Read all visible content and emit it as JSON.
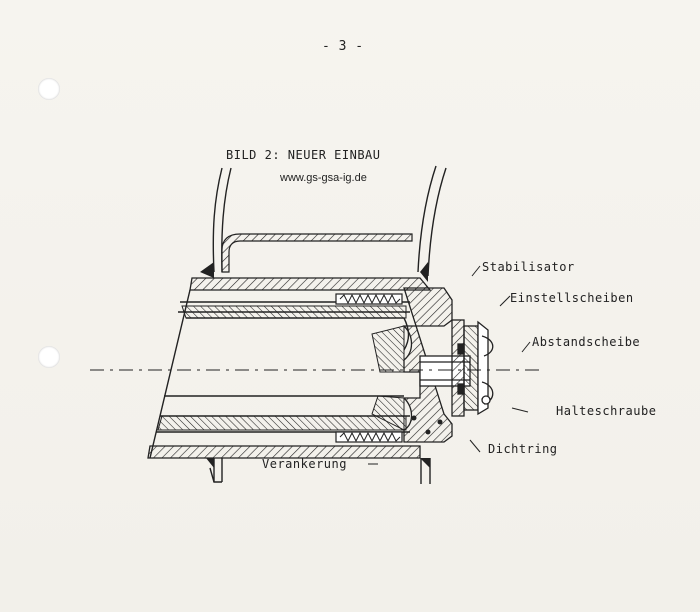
{
  "page": {
    "page_number": "- 3 -",
    "figure_title": "BILD 2: NEUER EINBAU",
    "watermark_url": "www.gs-gsa-ig.de"
  },
  "labels": {
    "stabilisator": "Stabilisator",
    "einstellscheiben": "Einstellscheiben",
    "abstandscheibe": "Abstandscheibe",
    "halteschraube": "Halteschraube",
    "dichtring": "Dichtring",
    "verankerung": "Verankerung"
  }
}
